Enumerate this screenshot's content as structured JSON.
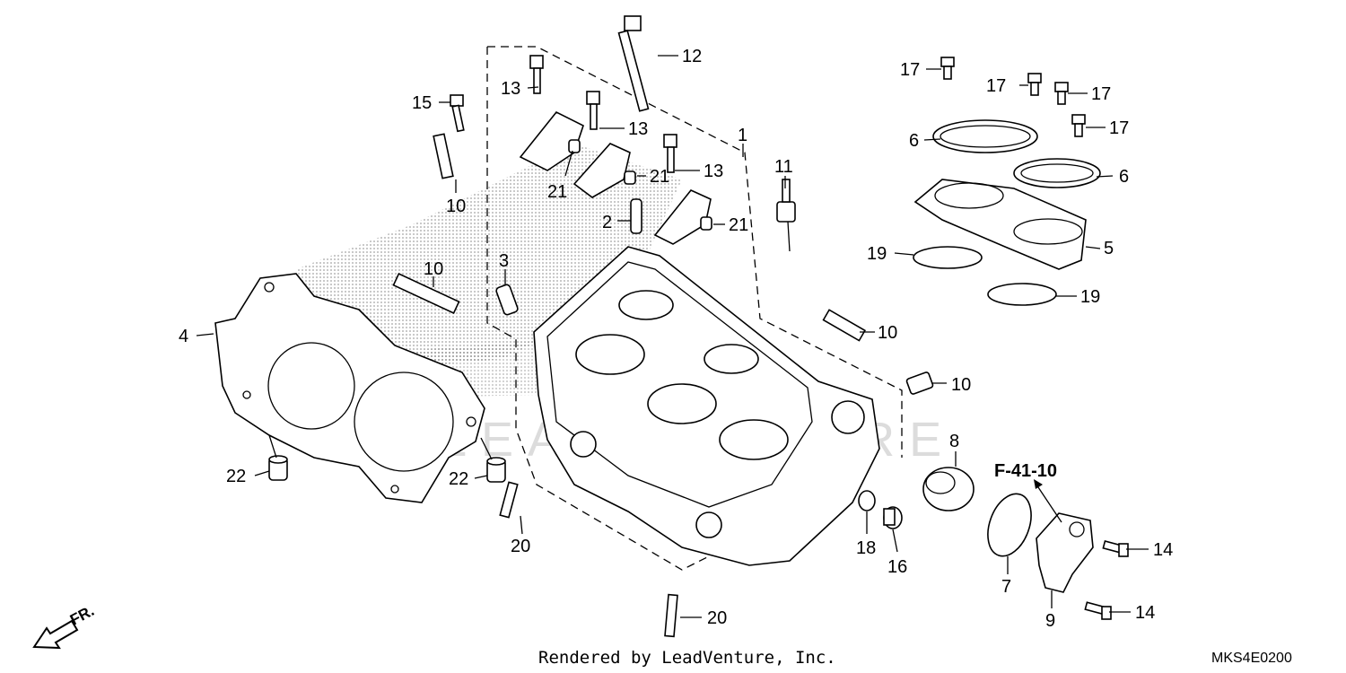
{
  "watermark": "LEADVENTURE",
  "footer": {
    "credit": "Rendered by LeadVenture, Inc.",
    "diagram_code": "MKS4E0200"
  },
  "reference": "F-41-10",
  "direction_label": "FR.",
  "callouts": [
    {
      "id": "c1",
      "label": "1"
    },
    {
      "id": "c2",
      "label": "2"
    },
    {
      "id": "c3",
      "label": "3"
    },
    {
      "id": "c4",
      "label": "4"
    },
    {
      "id": "c5",
      "label": "5"
    },
    {
      "id": "c6a",
      "label": "6"
    },
    {
      "id": "c6b",
      "label": "6"
    },
    {
      "id": "c7",
      "label": "7"
    },
    {
      "id": "c8",
      "label": "8"
    },
    {
      "id": "c9",
      "label": "9"
    },
    {
      "id": "c10a",
      "label": "10"
    },
    {
      "id": "c10b",
      "label": "10"
    },
    {
      "id": "c10c",
      "label": "10"
    },
    {
      "id": "c10d",
      "label": "10"
    },
    {
      "id": "c11",
      "label": "11"
    },
    {
      "id": "c12",
      "label": "12"
    },
    {
      "id": "c13a",
      "label": "13"
    },
    {
      "id": "c13b",
      "label": "13"
    },
    {
      "id": "c13c",
      "label": "13"
    },
    {
      "id": "c14a",
      "label": "14"
    },
    {
      "id": "c14b",
      "label": "14"
    },
    {
      "id": "c15",
      "label": "15"
    },
    {
      "id": "c16",
      "label": "16"
    },
    {
      "id": "c17a",
      "label": "17"
    },
    {
      "id": "c17b",
      "label": "17"
    },
    {
      "id": "c17c",
      "label": "17"
    },
    {
      "id": "c17d",
      "label": "17"
    },
    {
      "id": "c18",
      "label": "18"
    },
    {
      "id": "c19a",
      "label": "19"
    },
    {
      "id": "c19b",
      "label": "19"
    },
    {
      "id": "c20a",
      "label": "20"
    },
    {
      "id": "c20b",
      "label": "20"
    },
    {
      "id": "c21a",
      "label": "21"
    },
    {
      "id": "c21b",
      "label": "21"
    },
    {
      "id": "c21c",
      "label": "21"
    },
    {
      "id": "c22a",
      "label": "22"
    },
    {
      "id": "c22b",
      "label": "22"
    }
  ]
}
